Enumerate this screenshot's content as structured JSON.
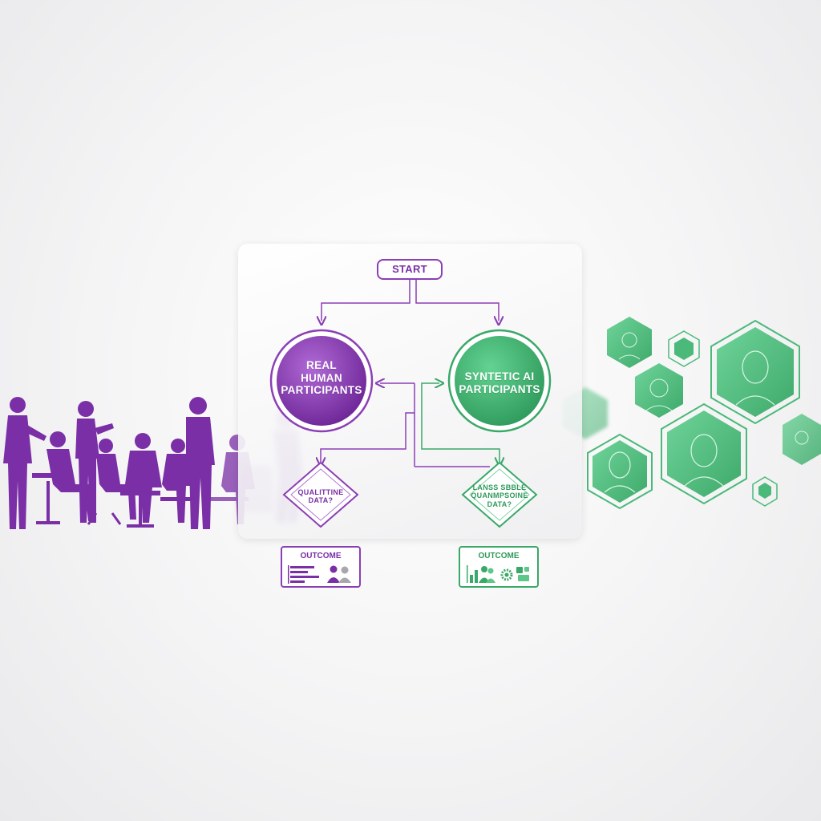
{
  "colors": {
    "purple": "#7a2fa6",
    "purple_light": "#a35fce",
    "green": "#3aa868",
    "green_light": "#5cc788"
  },
  "diagram": {
    "start": "START",
    "left_node": [
      "REAL",
      "HUMAN",
      "PARTICIPANTS"
    ],
    "right_node": [
      "SYNTETIC AI",
      "PARTICIPANTS"
    ],
    "left_diamond": [
      "QUALITTINE",
      "DATA?"
    ],
    "right_diamond": [
      "LANSS SBBLE",
      "QUANMPSOINE",
      "DATA?"
    ],
    "left_outcome": "OUTCOME",
    "right_outcome": "OUTCOME"
  },
  "icons": {
    "people_silhouette": "people-silhouette-group",
    "ai_faces": "ai-face-hexagons",
    "bar_chart": "bar-chart-icon",
    "users": "users-icon",
    "gear": "gear-icon"
  }
}
